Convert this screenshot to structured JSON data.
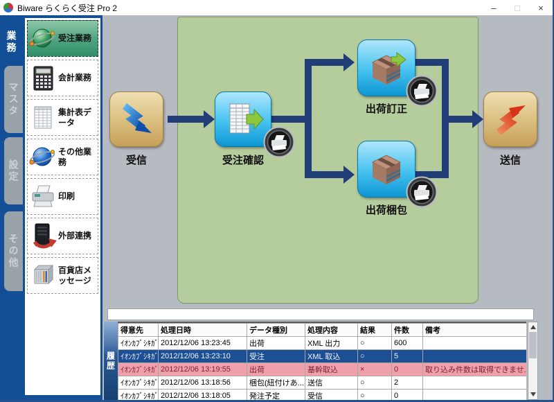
{
  "window": {
    "title": "Biware らくらく受注 Pro 2",
    "controls": {
      "minimize": "–",
      "maximize": "□",
      "close": "×"
    }
  },
  "nav": {
    "tabs": [
      {
        "label": "業務",
        "active": true
      },
      {
        "label": "マスタ",
        "active": false
      },
      {
        "label": "設定",
        "active": false
      },
      {
        "label": "その他",
        "active": false
      }
    ]
  },
  "sidebar": {
    "items": [
      {
        "label": "受注業務",
        "icon": "globe-green-icon",
        "selected": true
      },
      {
        "label": "会計業務",
        "icon": "calculator-icon",
        "selected": false
      },
      {
        "label": "集計表データ",
        "icon": "report-icon",
        "selected": false
      },
      {
        "label": "その他業務",
        "icon": "globe-blue-icon",
        "selected": false
      },
      {
        "label": "印刷",
        "icon": "printer-icon",
        "selected": false
      },
      {
        "label": "外部連携",
        "icon": "server-link-icon",
        "selected": false
      },
      {
        "label": "百貨店メッセージ",
        "icon": "message-server-icon",
        "selected": false
      }
    ]
  },
  "flow": {
    "nodes": [
      {
        "id": "receive",
        "label": "受信",
        "icon": "bolt-down-icon",
        "printer": false
      },
      {
        "id": "order-confirm",
        "label": "受注確認",
        "icon": "document-arrow-icon",
        "printer": true
      },
      {
        "id": "ship-correct",
        "label": "出荷訂正",
        "icon": "box-arrow-icon",
        "printer": true
      },
      {
        "id": "ship-pack",
        "label": "出荷梱包",
        "icon": "box-icon",
        "printer": true
      },
      {
        "id": "send",
        "label": "送信",
        "icon": "bolt-up-icon",
        "printer": false
      }
    ]
  },
  "history": {
    "tab_label": "履歴",
    "columns": [
      "得意先",
      "処理日時",
      "データ種別",
      "処理内容",
      "結果",
      "件数",
      "備考"
    ],
    "rows": [
      {
        "customer": "ｲｵﾝｶﾌﾞｼｷｶﾞ...",
        "datetime": "2012/12/06 13:23:45",
        "data_type": "出荷",
        "operation": "XML 出力",
        "result": "○",
        "count": "600",
        "note": "",
        "state": "normal"
      },
      {
        "customer": "ｲｵﾝｶﾌﾞｼｷｶﾞ...",
        "datetime": "2012/12/06 13:23:10",
        "data_type": "受注",
        "operation": "XML 取込",
        "result": "○",
        "count": "5",
        "note": "",
        "state": "selected"
      },
      {
        "customer": "ｲｵﾝｶﾌﾞｼｷｶﾞ...",
        "datetime": "2012/12/06 13:19:55",
        "data_type": "出荷",
        "operation": "基幹取込",
        "result": "×",
        "count": "0",
        "note": "取り込み件数は取得できませ...",
        "state": "error"
      },
      {
        "customer": "ｲｵﾝｶﾌﾞｼｷｶﾞ...",
        "datetime": "2012/12/06 13:18:56",
        "data_type": "梱包(紐付けあ...",
        "operation": "送信",
        "result": "○",
        "count": "2",
        "note": "",
        "state": "normal"
      },
      {
        "customer": "ｲｵﾝｶﾌﾞｼｷｶﾞ...",
        "datetime": "2012/12/06 13:18:05",
        "data_type": "発注予定",
        "operation": "受信",
        "result": "○",
        "count": "0",
        "note": "",
        "state": "normal"
      }
    ]
  },
  "colors": {
    "accent_blue": "#134f97",
    "panel_green": "#b5cd9c",
    "arrow_navy": "#203d77",
    "node_gold": "#d9bd80",
    "node_blue": "#3fc0f0",
    "selected_row": "#1c4f94",
    "error_row": "#f0a0ab",
    "selected_item_green": "#2f8f68"
  }
}
